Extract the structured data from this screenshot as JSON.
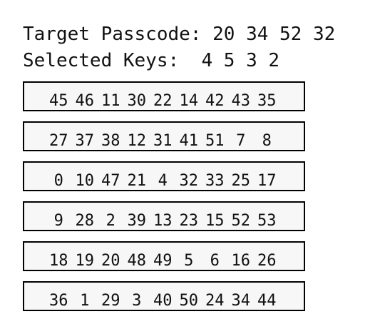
{
  "header": {
    "target_label": "Target Passcode:",
    "target_value": "20 34 52 32",
    "selected_label": "Selected Keys:",
    "selected_value": "4 5 3 2"
  },
  "keypad": {
    "rows": [
      [
        "45",
        "46",
        "11",
        "30",
        "22",
        "14",
        "42",
        "43",
        "35"
      ],
      [
        "27",
        "37",
        "38",
        "12",
        "31",
        "41",
        "51",
        "7",
        "8"
      ],
      [
        "0",
        "10",
        "47",
        "21",
        "4",
        "32",
        "33",
        "25",
        "17"
      ],
      [
        "9",
        "28",
        "2",
        "39",
        "13",
        "23",
        "15",
        "52",
        "53"
      ],
      [
        "18",
        "19",
        "20",
        "48",
        "49",
        "5",
        "6",
        "16",
        "26"
      ],
      [
        "36",
        "1",
        "29",
        "3",
        "40",
        "50",
        "24",
        "34",
        "44"
      ]
    ]
  }
}
